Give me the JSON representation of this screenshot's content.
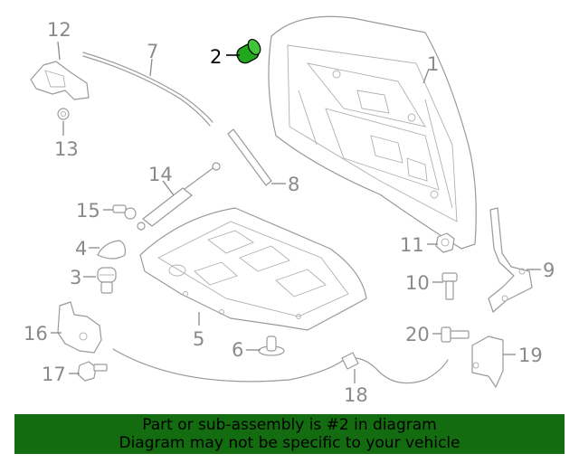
{
  "callouts": {
    "c1": "1",
    "c2": "2",
    "c3": "3",
    "c4": "4",
    "c5": "5",
    "c6": "6",
    "c7": "7",
    "c8": "8",
    "c9": "9",
    "c10": "10",
    "c11": "11",
    "c12": "12",
    "c13": "13",
    "c14": "14",
    "c15": "15",
    "c16": "16",
    "c17": "17",
    "c18": "18",
    "c19": "19",
    "c20": "20"
  },
  "highlight_part": "2",
  "colors": {
    "highlight_part": "#22a81e",
    "banner_background": "#146c10",
    "line_art": "#9a9a9a"
  },
  "banner": {
    "line1": "Part or sub-assembly is #2 in diagram",
    "line2": "Diagram may not be specific to your vehicle"
  }
}
